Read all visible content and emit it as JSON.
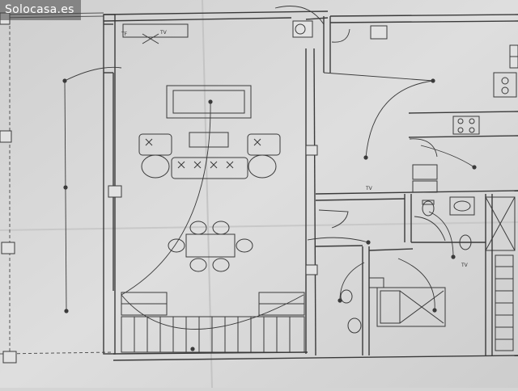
{
  "watermark": {
    "text": "Solocasa.es"
  },
  "plan_labels": {
    "tf": "TF",
    "tv_living": "TV",
    "tv_kitchen": "TV",
    "tv_bath": "TV"
  },
  "colors": {
    "paper": "#d9d9d9",
    "ink": "#3a3a3a",
    "watermark_bg": "#464646"
  }
}
